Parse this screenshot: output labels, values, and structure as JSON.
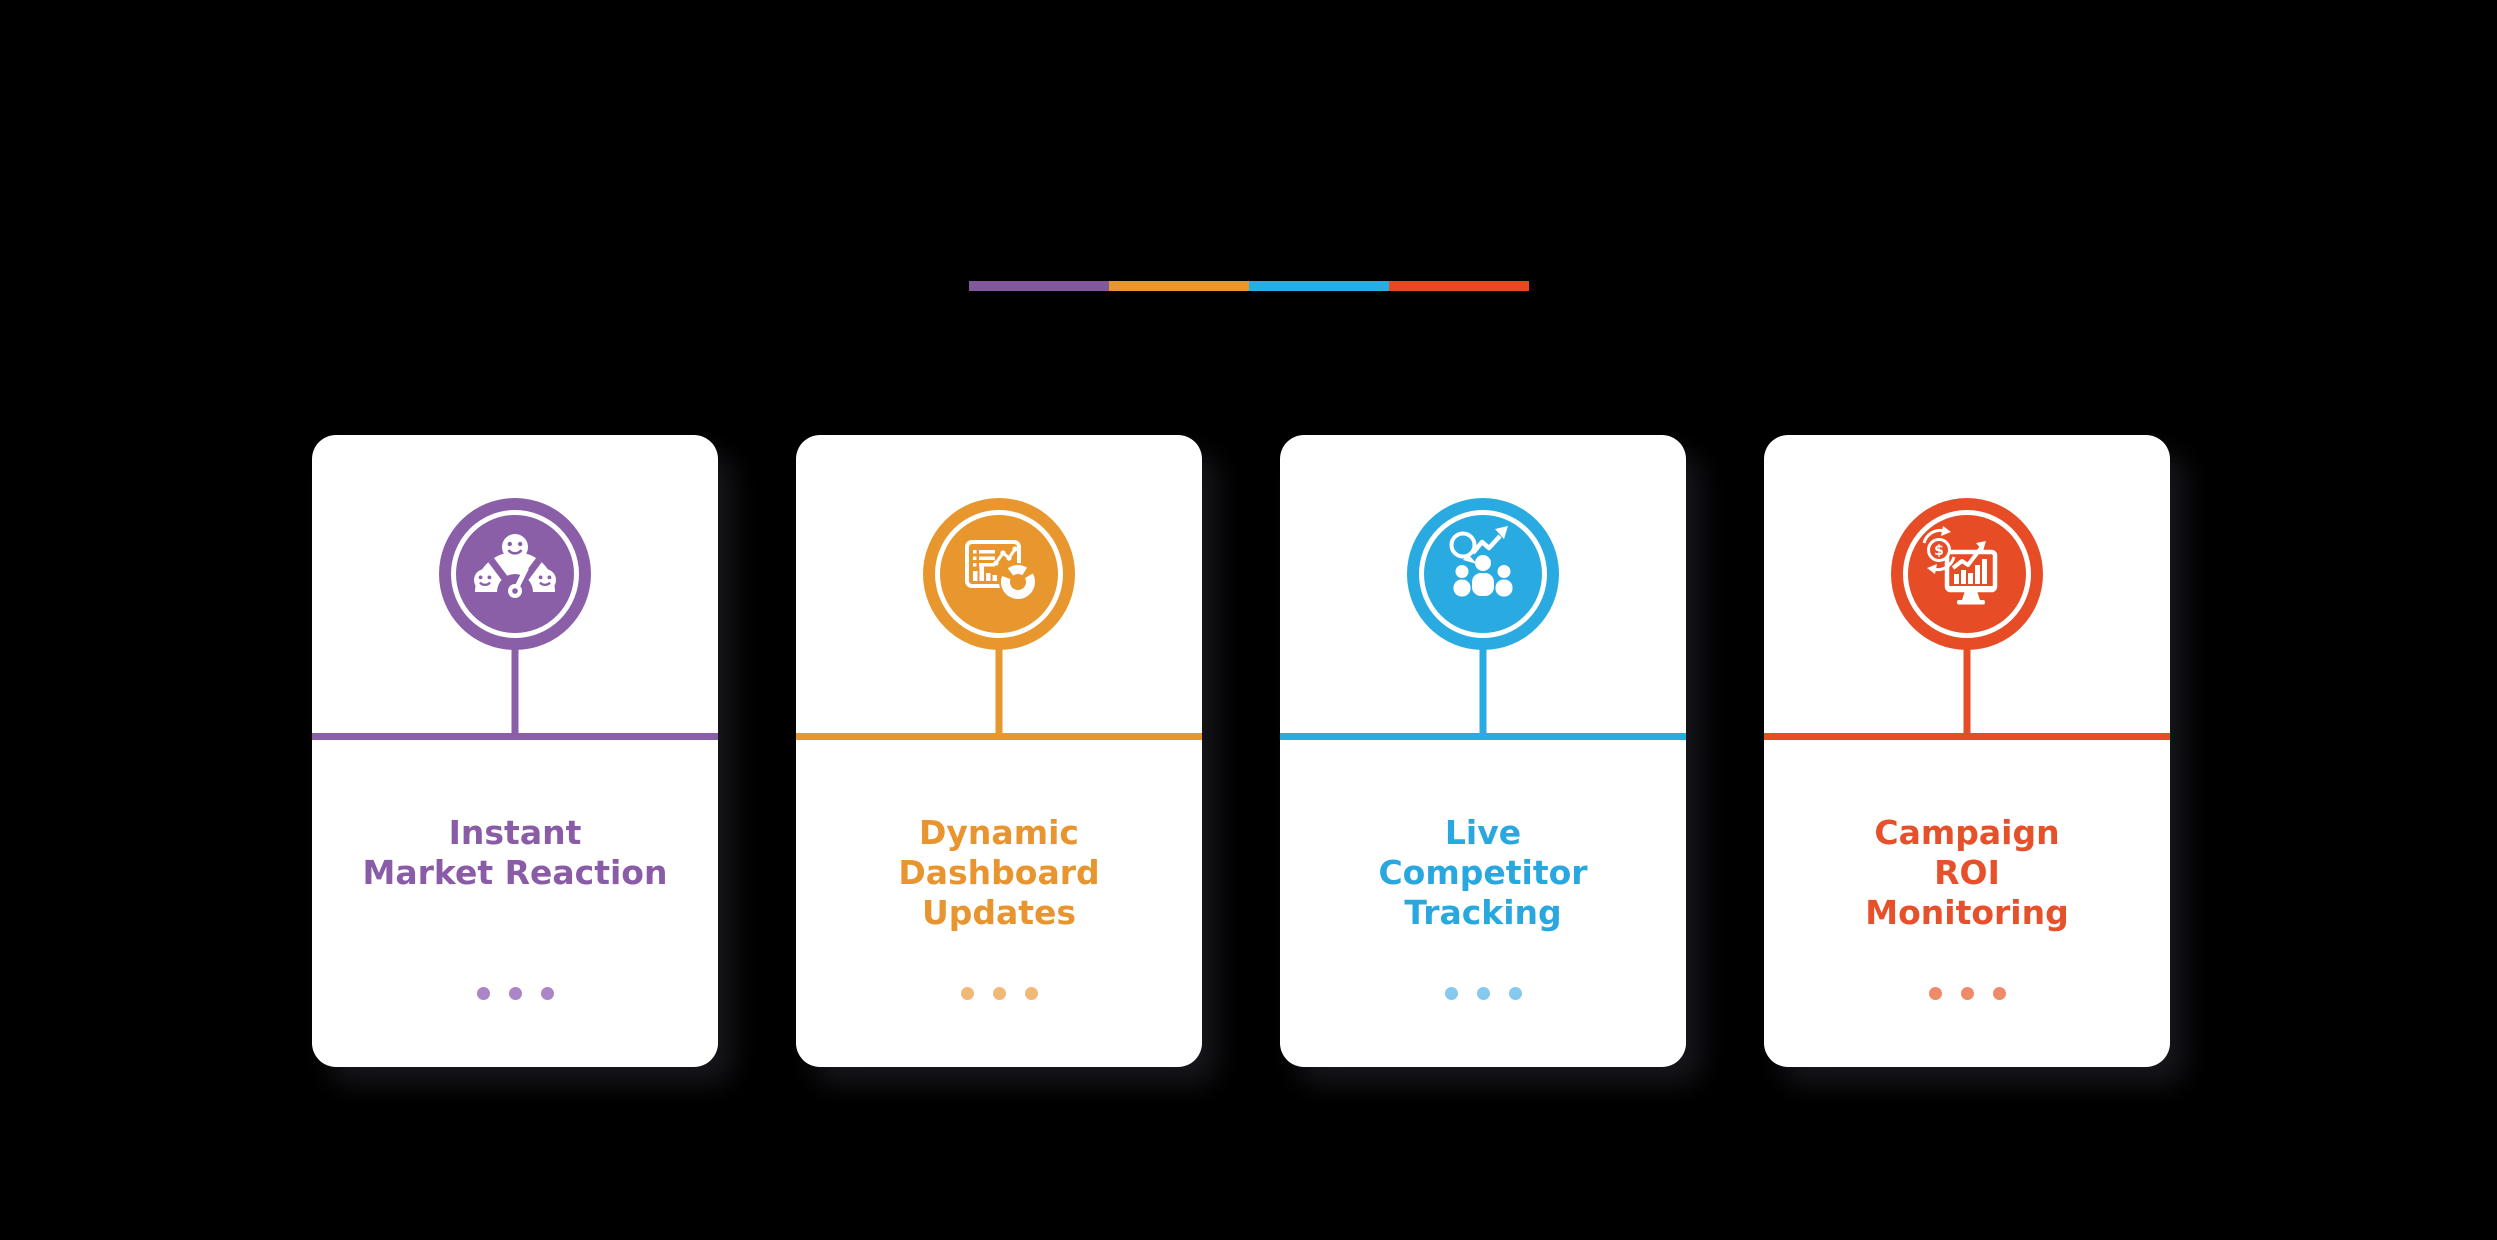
{
  "background": "#000000",
  "divider": {
    "segments": [
      "#80589B",
      "#E8962E",
      "#29AEE3",
      "#E74A23"
    ]
  },
  "cards": [
    {
      "title": "Instant\nMarket Reaction",
      "accent": "#8A5FA8",
      "text_color": "#8A5BA6",
      "dot_color": "#AC85C6",
      "icon": "sentiment-gauge-icon"
    },
    {
      "title": "Dynamic\nDashboard\nUpdates",
      "accent": "#E8962E",
      "text_color": "#E8952F",
      "dot_color": "#F0B977",
      "icon": "dashboard-analytics-icon"
    },
    {
      "title": "Live\nCompetitor\nTracking",
      "accent": "#29ABE2",
      "text_color": "#29A8E0",
      "dot_color": "#85C9F0",
      "icon": "competitor-tracking-icon"
    },
    {
      "title": "Campaign\nROI\nMonitoring",
      "accent": "#E64C26",
      "text_color": "#E6512B",
      "dot_color": "#EF8B69",
      "icon": "roi-monitoring-icon"
    }
  ]
}
